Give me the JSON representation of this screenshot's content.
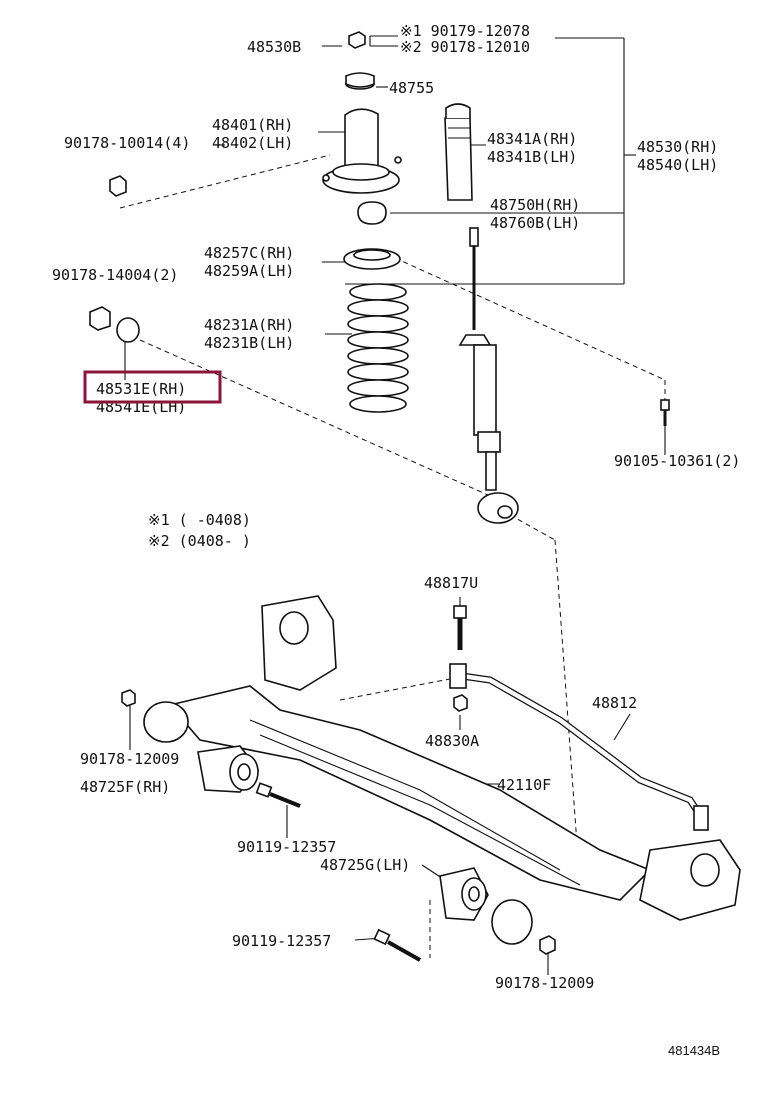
{
  "labels": {
    "l_48530B": "48530B",
    "l_ref1": "※1 90179-12078",
    "l_ref2": "※2 90178-12010",
    "l_48755": "48755",
    "l_48401": "48401(RH)",
    "l_48402": "48402(LH)",
    "l_90178_10014": "90178-10014(4)",
    "l_48341A": "48341A(RH)",
    "l_48341B": "48341B(LH)",
    "l_48530": "48530(RH)",
    "l_48540": "48540(LH)",
    "l_48750H": "48750H(RH)",
    "l_48760B": "48760B(LH)",
    "l_48257C": "48257C(RH)",
    "l_48259A": "48259A(LH)",
    "l_90178_14004": "90178-14004(2)",
    "l_48231A": "48231A(RH)",
    "l_48231B": "48231B(LH)",
    "l_48531E": "48531E(RH)",
    "l_48541E": "48541E(LH)",
    "l_90105": "90105-10361(2)",
    "l_note1": "※1 (    -0408)",
    "l_note2": "※2 (0408-    )",
    "l_48817U": "48817U",
    "l_48812": "48812",
    "l_90178_12009a": "90178-12009",
    "l_48830A": "48830A",
    "l_48725F": "48725F(RH)",
    "l_42110F": "42110F",
    "l_90119_a": "90119-12357",
    "l_48725G": "48725G(LH)",
    "l_90119_b": "90119-12357",
    "l_90178_12009b": "90178-12009",
    "l_diagram_id": "481434B"
  },
  "highlight_color": "#8b1538"
}
